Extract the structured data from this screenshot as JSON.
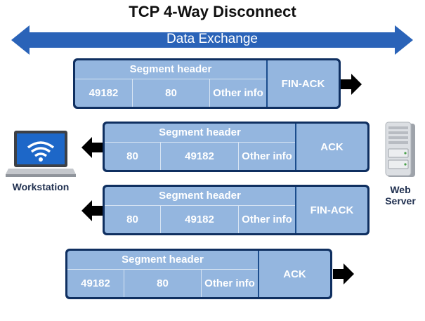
{
  "title": "TCP 4-Way Disconnect",
  "exchange_label": "Data Exchange",
  "workstation_label": "Workstation",
  "server_label": "Web Server",
  "colors": {
    "panel_dark": "#0f2f60",
    "cell_light": "#94b6df",
    "arrow_blue": "#2a63b8"
  },
  "segments": [
    {
      "direction": "to-server",
      "header_title": "Segment header",
      "source_port": "49182",
      "dest_port": "80",
      "other": "Other info",
      "flag": "FIN-ACK"
    },
    {
      "direction": "to-workstation",
      "header_title": "Segment header",
      "source_port": "80",
      "dest_port": "49182",
      "other": "Other info",
      "flag": "ACK"
    },
    {
      "direction": "to-workstation",
      "header_title": "Segment header",
      "source_port": "80",
      "dest_port": "49182",
      "other": "Other info",
      "flag": "FIN-ACK"
    },
    {
      "direction": "to-server",
      "header_title": "Segment header",
      "source_port": "49182",
      "dest_port": "80",
      "other": "Other info",
      "flag": "ACK"
    }
  ]
}
